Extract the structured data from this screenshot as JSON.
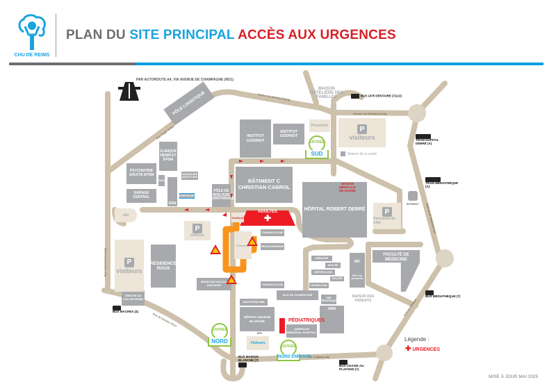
{
  "header": {
    "logo_text": "CHU DE REIMS",
    "title_part1": "PLAN DU ",
    "title_part2": "SITE PRINCIPAL ",
    "title_part3": "ACCÈS AUX URGENCES"
  },
  "highway_note": "PAR AUTOROUTE A4, VIA AVENUE DE CHAMPAGNE (RD1)",
  "roads": {
    "koenig": "Avenue du Général Koenig",
    "koenig2": "Avenue du Général Koenig",
    "aubry": "Rue Roger Aubry",
    "juin": "Avenue du Maréchal Juin",
    "ferrand": "Rue Fernand Cerveaux",
    "roux": "Rue du Docteur Roux",
    "cognacq": "Rue Cognacq-Jay",
    "cheval": "Avenue d'Alsace"
  },
  "buildings": {
    "logistique": "PÔLE LOGISTIQUE",
    "godinot1": "INSTITUT GODINOT",
    "godinot2": "INSTITUT GODINOT",
    "cabrol": "BÂTIMENT C CHRISTIAN CABROL",
    "debre": "HÔPITAL ROBERT DEBRÉ",
    "cliniques": "CLINIQUE HENRI EY EPSM",
    "psy": "PSYCHIATRIE ADULTE EPSM",
    "garage": "GARAGE CENTRAL",
    "samu": "SAMU",
    "dsn": "DSN",
    "addictions": "MAISON DES ADDICTIONS",
    "hospitalises": "HOSPITALISÉS",
    "biologie": "PÔLE DE BIOLOGIE TERRITORIALE",
    "internat": "INTERNAT",
    "faculte": "FACULTÉ DE MEDECINE",
    "irf": "IRF",
    "self": "SELF du personnel",
    "roux": "RÉSIDENCE ROUX",
    "creche": "CRÈCHE DU CHU DE REIMS",
    "bucco": "MEDECINE BUCCO-DENTAIRE",
    "trauma1": "TRAUMATOLOGIE",
    "neuro1": "NEUROCHIRURGIE",
    "trauma2": "TRAUMATOLOGIE",
    "anest": "ANESTHESIE HMB",
    "maisonblanche": "HÔPITAL MAISON BLANCHE",
    "alix": "ALIX DE CHAMPAGNE",
    "geriatrie": "GÉRIATRIE",
    "dialyse1": "DIALYSE",
    "nephro": "NÉPHROLOGIE",
    "dialyse2": "DIALYSE",
    "neurologie": "NEUROLOGIE",
    "ssr": "SSR PÉDIATRIQUE",
    "amh": "AMH",
    "american": "AMERICAN MEMORIAL HOSPITAL",
    "efs": "EFS"
  },
  "places": {
    "maison_hoteliere": "MAISON HÔTELIÈRE DES FAMILLES",
    "maison_sante": "Maison de la santé",
    "maison_parents": "MAISON DES PARENTS",
    "mmg": "MAISON MÉDICALE DE GARDE"
  },
  "parkings": {
    "visiteurs_top": "visiteurs",
    "personnel_top": "Personnel",
    "personnel_chu": "Personnel du CHU",
    "silo": "silo",
    "visiteurs_left": "visiteurs",
    "visiteurs_mid": "visiteurs",
    "personnel_mid": "Personnel",
    "visiteurs_urg": "Visiteurs",
    "visiteurs_bottom": "Visiteurs",
    "p": "P"
  },
  "urgences": {
    "adultes": "ADULTES",
    "pediatriques": "PÉDIATRIQUES"
  },
  "entrances": [
    {
      "label": "ENTRÉE",
      "name": "SUD"
    },
    {
      "label": "ENTRÉE",
      "name": "NORD"
    },
    {
      "label": "ENTRÉE",
      "name": "NORD ENFANTS"
    }
  ],
  "bus": {
    "ufr": "BUS UFR DENTAIRE (7&13)",
    "tram_debre": "TRAM HÔPITAL DEBRÉ (A)",
    "tram_media": "TRAM MÉDIATHÈQUE (A)",
    "bus_media": "BUS MÉDIATHÈQUE (7)",
    "macres": "BUS MACRES (4)",
    "maison_blanche": "BUS MAISON BLANCHE (7)",
    "chaise": "BUS CHAISE AU PLAFOND (7)"
  },
  "legend": {
    "title": "Légende :",
    "urgences": "URGENCES"
  },
  "footer": "MISE À JOUR MAI 2025",
  "colors": {
    "road": "#cdc1ab",
    "building": "#a7a9ac",
    "urgence": "#d71f26",
    "entree": "#8dc63f",
    "blue": "#1aa3dd",
    "detour": "#f7941d"
  }
}
